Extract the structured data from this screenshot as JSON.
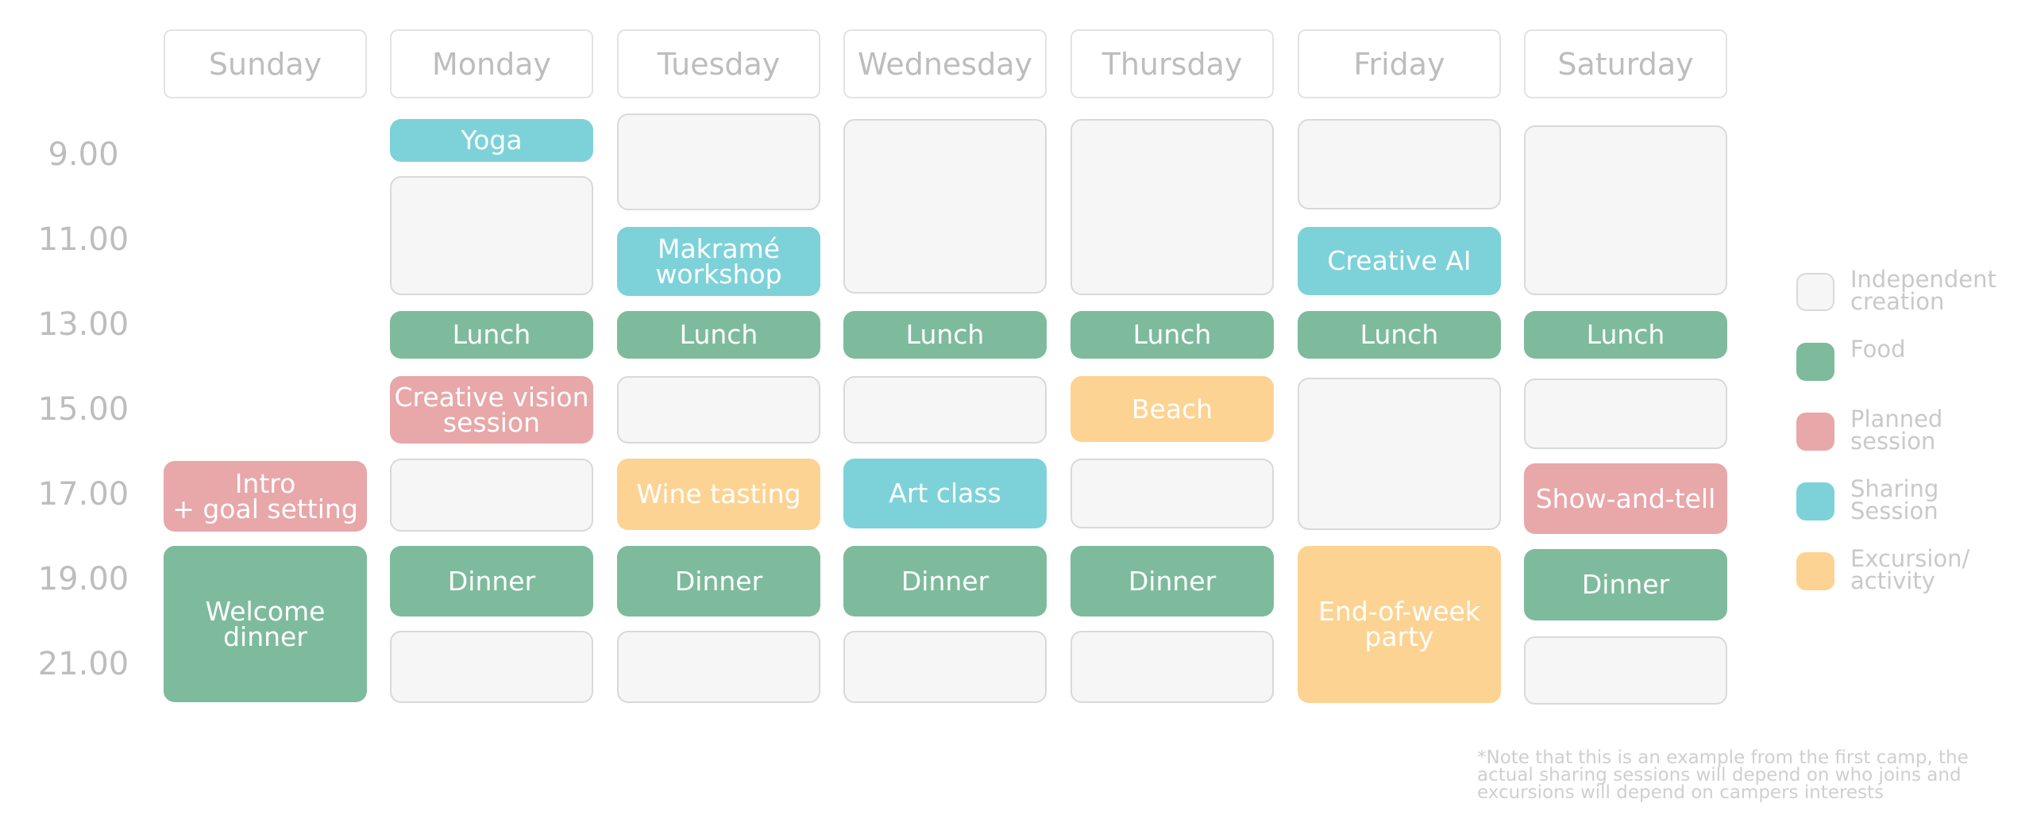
{
  "days": [
    "Sunday",
    "Monday",
    "Tuesday",
    "Wednesday",
    "Thursday",
    "Friday",
    "Saturday"
  ],
  "times": [
    "9.00",
    "11.00",
    "13.00",
    "15.00",
    "17.00",
    "19.00",
    "21.00"
  ],
  "schedule": [
    [
      {
        "label": "Intro\n+ goal setting",
        "type": "planned"
      },
      {
        "label": "Welcome\ndinner",
        "type": "food"
      }
    ],
    [
      {
        "label": "Yoga",
        "type": "sharing"
      },
      {
        "label": "",
        "type": "independent"
      },
      {
        "label": "Lunch",
        "type": "food"
      },
      {
        "label": "Creative vision\nsession",
        "type": "planned"
      },
      {
        "label": "",
        "type": "independent"
      },
      {
        "label": "Dinner",
        "type": "food"
      },
      {
        "label": "",
        "type": "independent"
      }
    ],
    [
      {
        "label": "",
        "type": "independent"
      },
      {
        "label": "Makramé\nworkshop",
        "type": "sharing"
      },
      {
        "label": "Lunch",
        "type": "food"
      },
      {
        "label": "",
        "type": "independent"
      },
      {
        "label": "Wine tasting",
        "type": "excursion"
      },
      {
        "label": "Dinner",
        "type": "food"
      },
      {
        "label": "",
        "type": "independent"
      }
    ],
    [
      {
        "label": "",
        "type": "independent"
      },
      {
        "label": "Lunch",
        "type": "food"
      },
      {
        "label": "",
        "type": "independent"
      },
      {
        "label": "Art class",
        "type": "sharing"
      },
      {
        "label": "Dinner",
        "type": "food"
      },
      {
        "label": "",
        "type": "independent"
      }
    ],
    [
      {
        "label": "",
        "type": "independent"
      },
      {
        "label": "Lunch",
        "type": "food"
      },
      {
        "label": "Beach",
        "type": "excursion"
      },
      {
        "label": "",
        "type": "independent"
      },
      {
        "label": "Dinner",
        "type": "food"
      },
      {
        "label": "",
        "type": "independent"
      }
    ],
    [
      {
        "label": "",
        "type": "independent"
      },
      {
        "label": "Creative AI",
        "type": "sharing"
      },
      {
        "label": "Lunch",
        "type": "food"
      },
      {
        "label": "",
        "type": "independent"
      },
      {
        "label": "End-of-week\nparty",
        "type": "excursion"
      }
    ],
    [
      {
        "label": "",
        "type": "independent"
      },
      {
        "label": "Lunch",
        "type": "food"
      },
      {
        "label": "",
        "type": "independent"
      },
      {
        "label": "Show-and-tell",
        "type": "planned"
      },
      {
        "label": "Dinner",
        "type": "food"
      },
      {
        "label": "",
        "type": "independent"
      }
    ]
  ],
  "legend": [
    {
      "type": "independent",
      "label": "Independent\ncreation"
    },
    {
      "type": "food",
      "label": "Food"
    },
    {
      "type": "planned",
      "label": "Planned\nsession"
    },
    {
      "type": "sharing",
      "label": "Sharing\nSession"
    },
    {
      "type": "excursion",
      "label": "Excursion/\nactivity"
    }
  ],
  "colors": {
    "independent": "#f6f6f6",
    "food": "#7dbb9c",
    "planned": "#e8a7a9",
    "sharing": "#7dd2d9",
    "excursion": "#fcd392"
  },
  "note": "*Note that this is an example from the first camp, the actual sharing sessions will depend on who joins and excursions will depend on campers interests"
}
